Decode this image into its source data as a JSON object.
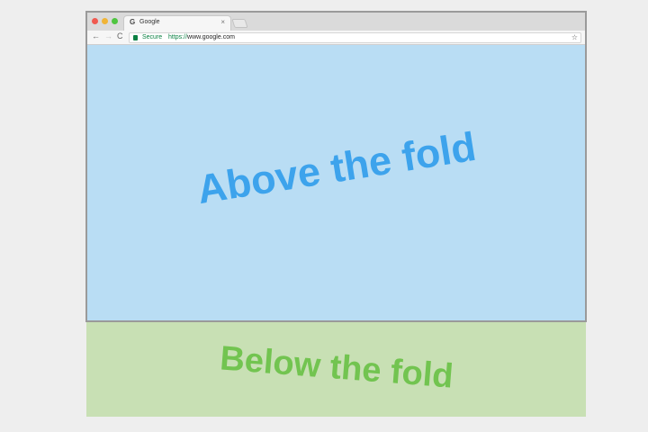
{
  "browser": {
    "tab": {
      "favicon": "G",
      "title": "Google",
      "close": "×"
    },
    "nav": {
      "back": "←",
      "forward": "→",
      "reload": "C"
    },
    "omnibox": {
      "secure_label": "Secure",
      "url_scheme": "https://",
      "url_rest": "www.google.com"
    },
    "bookmark": "☆"
  },
  "page": {
    "above_fold_text": "Above the fold",
    "below_fold_text": "Below the fold"
  },
  "colors": {
    "above_fold_bg": "#b9ddf4",
    "above_fold_text": "#3da3ec",
    "below_fold_bg": "#c8e0b4",
    "below_fold_text": "#72c450",
    "secure_green": "#0b8043"
  }
}
